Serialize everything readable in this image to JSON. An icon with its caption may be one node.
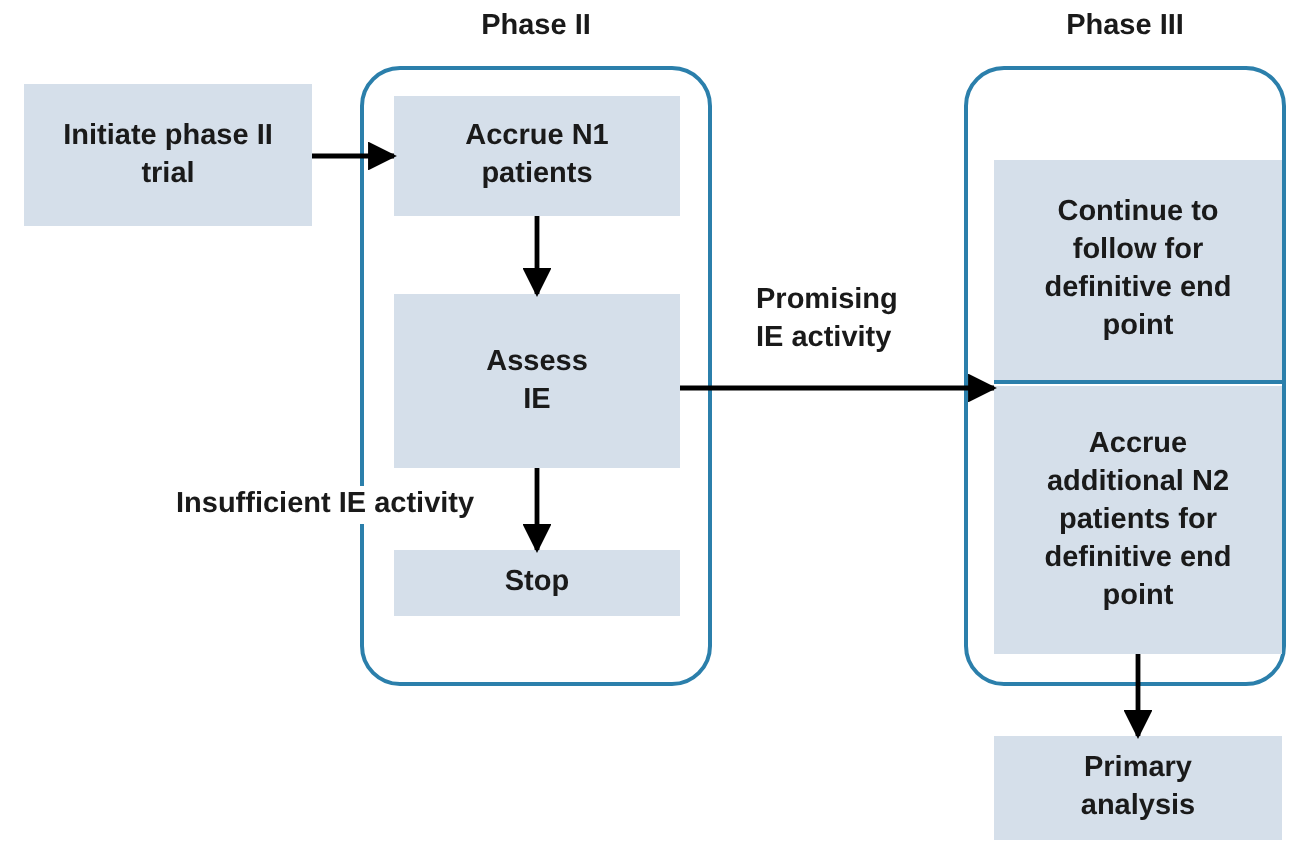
{
  "diagram": {
    "nodes": [
      {
        "text": [
          "Initiate phase II trial"
        ]
      },
      {
        "text": [
          "Phase II"
        ]
      },
      {
        "text": [
          "Accrue N1 patients"
        ],
        "in": 1
      },
      {
        "text": [
          "Assess IE"
        ],
        "in": 1
      },
      {
        "text": [
          "Stop"
        ],
        "in": 1
      },
      {
        "text": [
          "Phase III"
        ]
      },
      {
        "text": [
          "Continue to follow for definitive end point"
        ],
        "in": 5
      },
      {
        "text": [
          "Accrue additional N2 patients for definitive end point"
        ],
        "in": 5
      },
      {
        "text": [
          "Primary analysis"
        ]
      }
    ],
    "edges": [
      {
        "from": 0,
        "to": 2,
        "arrow": "to"
      },
      {
        "from": 2,
        "to": 3,
        "arrow": "to"
      },
      {
        "from": 3,
        "to": 4,
        "arrow": "to",
        "label": "Insufficient IE activity"
      },
      {
        "from": 3,
        "to": 7,
        "arrow": "to",
        "label": "Promising IE activity"
      },
      {
        "from": 7,
        "to": 8,
        "arrow": "to"
      }
    ]
  }
}
